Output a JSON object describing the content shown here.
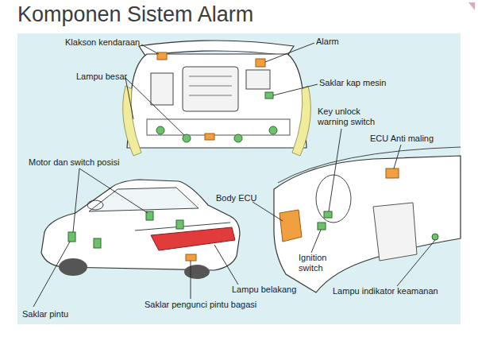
{
  "diagram": {
    "title": "Komponen Sistem Alarm",
    "labels": [
      "Klakson kendaraan",
      "Alarm",
      "Lampu besar",
      "Saklar kap mesin",
      "Key unlock warning switch",
      "ECU Anti maling",
      "Motor dan switch posisi",
      "Body ECU",
      "Ignition switch",
      "Lampu belakang",
      "Lampu indikator keamanan",
      "Saklar pintu",
      "Saklar pengunci pintu bagasi"
    ]
  }
}
